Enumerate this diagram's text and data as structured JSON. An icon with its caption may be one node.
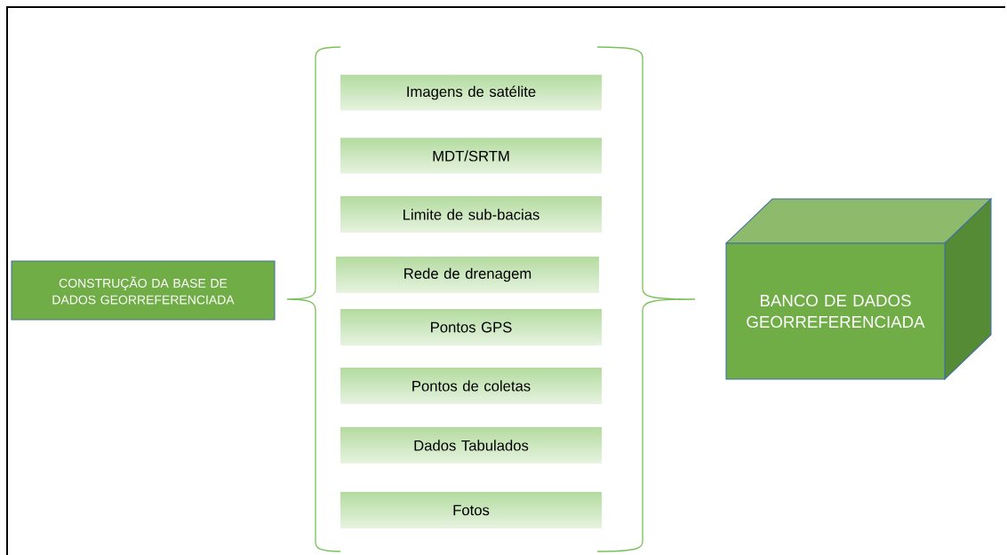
{
  "diagram": {
    "nodes": [
      {
        "text": [
          "CONSTRUÇÃO DA BASE DE DADOS GEORREFERENCIADA"
        ]
      },
      {
        "text": [
          "Imagens de  satélite"
        ]
      },
      {
        "text": [
          "MDT/SRTM"
        ]
      },
      {
        "text": [
          "Limite de sub-bacias"
        ]
      },
      {
        "text": [
          "Rede de drenagem"
        ]
      },
      {
        "text": [
          "Pontos GPS"
        ]
      },
      {
        "text": [
          "Pontos de coletas"
        ]
      },
      {
        "text": [
          "Dados Tabulados"
        ]
      },
      {
        "text": [
          "Fotos"
        ]
      },
      {
        "text": [
          "BANCO DE DADOS GEORREFERENCIADA"
        ]
      }
    ]
  }
}
